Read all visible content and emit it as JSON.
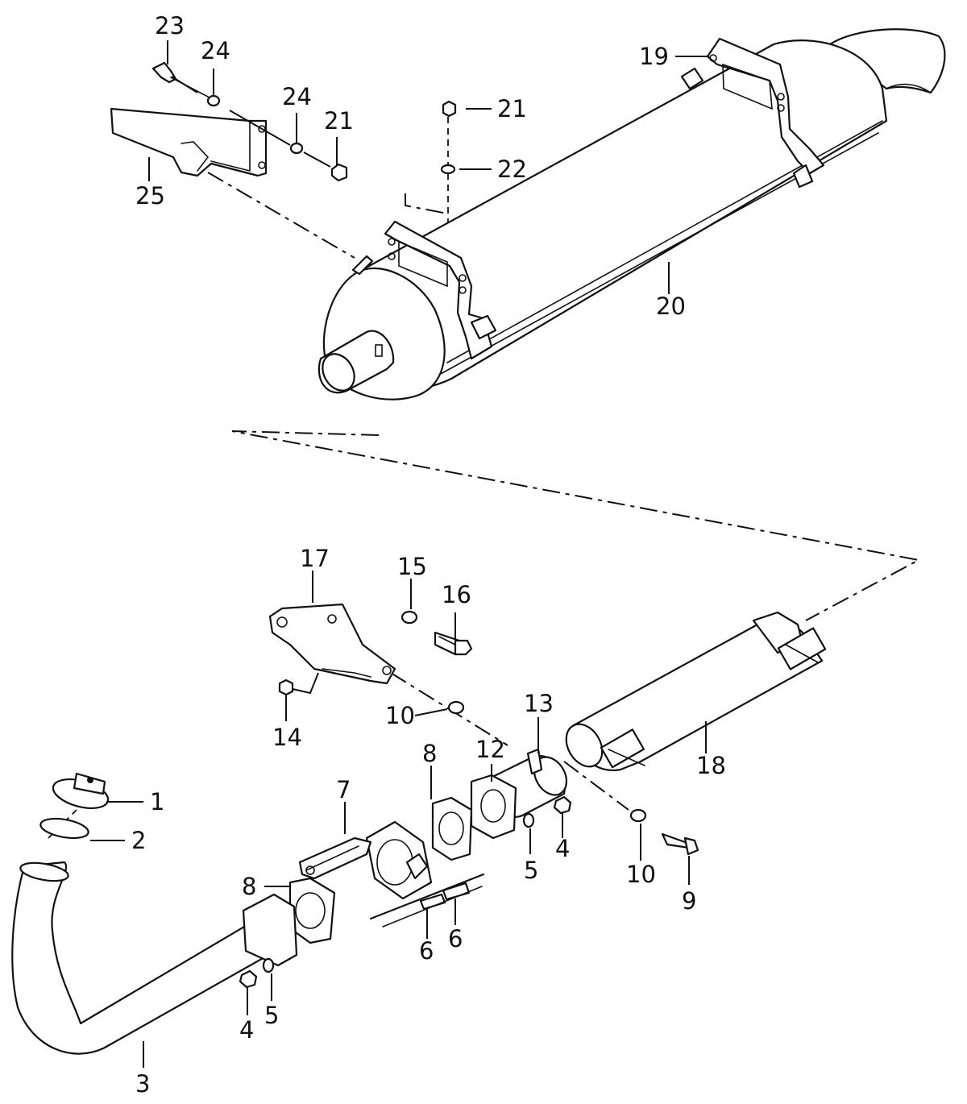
{
  "diagram": {
    "callouts": [
      {
        "id": "c1",
        "text": "1"
      },
      {
        "id": "c2",
        "text": "2"
      },
      {
        "id": "c3",
        "text": "3"
      },
      {
        "id": "c4a",
        "text": "4"
      },
      {
        "id": "c4b",
        "text": "4"
      },
      {
        "id": "c5a",
        "text": "5"
      },
      {
        "id": "c5b",
        "text": "5"
      },
      {
        "id": "c6a",
        "text": "6"
      },
      {
        "id": "c6b",
        "text": "6"
      },
      {
        "id": "c7",
        "text": "7"
      },
      {
        "id": "c8a",
        "text": "8"
      },
      {
        "id": "c8b",
        "text": "8"
      },
      {
        "id": "c9",
        "text": "9"
      },
      {
        "id": "c10a",
        "text": "10"
      },
      {
        "id": "c10b",
        "text": "10"
      },
      {
        "id": "c12",
        "text": "12"
      },
      {
        "id": "c13",
        "text": "13"
      },
      {
        "id": "c14",
        "text": "14"
      },
      {
        "id": "c15",
        "text": "15"
      },
      {
        "id": "c16",
        "text": "16"
      },
      {
        "id": "c17",
        "text": "17"
      },
      {
        "id": "c18",
        "text": "18"
      },
      {
        "id": "c19",
        "text": "19"
      },
      {
        "id": "c20",
        "text": "20"
      },
      {
        "id": "c21a",
        "text": "21"
      },
      {
        "id": "c21b",
        "text": "21"
      },
      {
        "id": "c22",
        "text": "22"
      },
      {
        "id": "c23",
        "text": "23"
      },
      {
        "id": "c24a",
        "text": "24"
      },
      {
        "id": "c24b",
        "text": "24"
      },
      {
        "id": "c25",
        "text": "25"
      }
    ]
  }
}
